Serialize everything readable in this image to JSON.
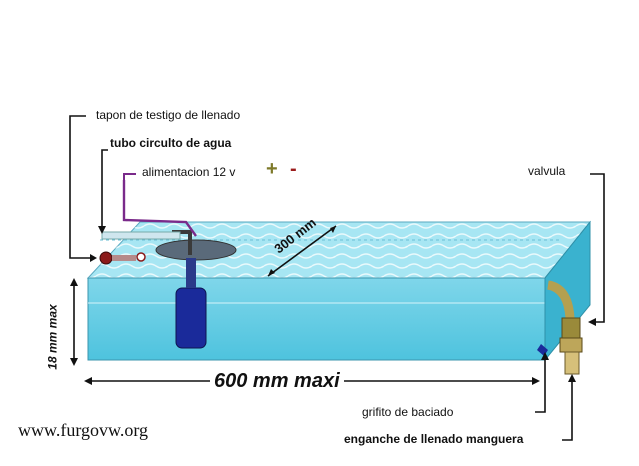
{
  "labels": {
    "tapon": "tapon de testigo de llenado",
    "tubo": "tubo circulto de agua",
    "alimentacion": "alimentacion 12 v",
    "plus": "+",
    "minus": "-",
    "valvula": "valvula",
    "width_300": "300 mm",
    "height_18": "18 mm max",
    "length_600": "600 mm maxi",
    "grifito": "grifito de baciado",
    "enganche": "enganche de llenado manguera",
    "website": "www.furgovw.org"
  },
  "colors": {
    "water_top": "#a7e6f3",
    "water_front": "#4ec3de",
    "water_side": "#3ab2cf",
    "leader_black": "#111111",
    "wire_purple": "#7a2a8a",
    "plus_olive": "#7e7a2a",
    "minus_red": "#9b1c1c",
    "pump_blue": "#1a2a9a",
    "cap_red": "#8b1a1a",
    "valve_olive": "#9a8a3a"
  }
}
